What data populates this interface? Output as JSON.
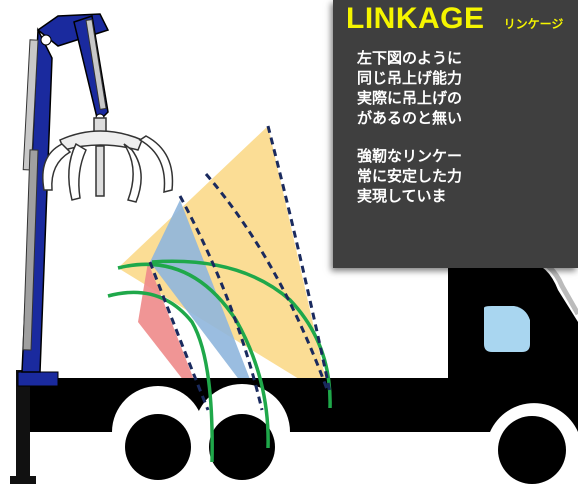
{
  "panel": {
    "title": "LINKAGE",
    "subtitle": "リンケージ",
    "paragraph1": [
      "左下図のように",
      "同じ吊上げ能力",
      "実際に吊上げの",
      "があるのと無い"
    ],
    "paragraph2": [
      "強靭なリンケー",
      "常に安定した力",
      "実現していま"
    ]
  },
  "icons": {
    "crane": "crane-icon",
    "truck": "truck-icon",
    "grapple": "grapple-icon"
  },
  "colors": {
    "panel_bg": "#3f3f3f",
    "title": "#f5f500",
    "crane_blue": "#1a2a9e",
    "arc_green": "#1fa84a",
    "arc_dash": "#1a2a5e",
    "fan_yellow": "#fbd98a",
    "fan_blue": "#8fb6dd",
    "fan_red": "#ee8a8a",
    "truck": "#000000",
    "window": "#a9d6f0"
  }
}
